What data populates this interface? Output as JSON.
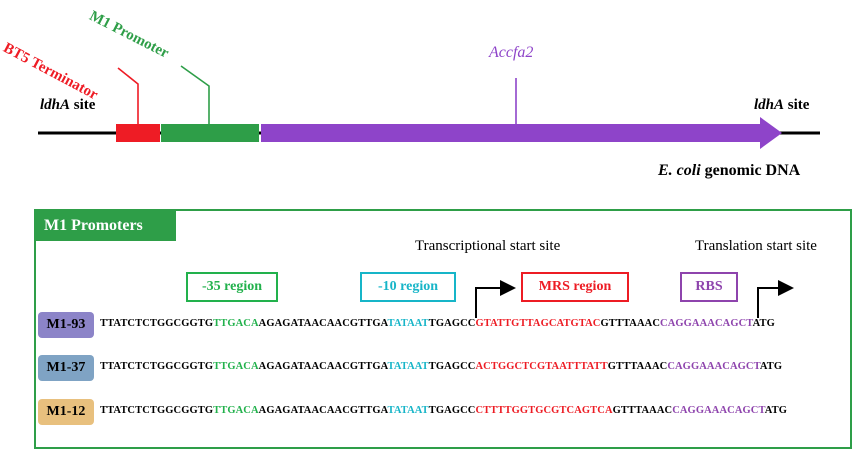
{
  "construct": {
    "terminator_label": "BT5 Terminator",
    "promoter_label": "M1 Promoter",
    "gene_label": "Accfa2",
    "left_site_italic": "ldhA",
    "left_site_text": " site",
    "right_site_italic": "ldhA",
    "right_site_text": " site",
    "genome_italic": "E. coli",
    "genome_text": " genomic DNA"
  },
  "panel": {
    "title": "M1 Promoters",
    "tss_label": "Transcriptional start site",
    "tls_label": "Translation start site",
    "region_labels": {
      "minus35": "-35 region",
      "minus10": "-10 region",
      "mrs": "MRS region",
      "rbs": "RBS"
    },
    "rows": [
      {
        "name": "M1-93",
        "segments": [
          {
            "text": "TTATCTCTGGCGGTG",
            "color": "#000000"
          },
          {
            "text": "TTGACA",
            "color": "#22b14c"
          },
          {
            "text": "AGAGATAACAACGTTGA",
            "color": "#000000"
          },
          {
            "text": "TATAAT",
            "color": "#17b5c8"
          },
          {
            "text": "TGAGCC",
            "color": "#000000"
          },
          {
            "text": "GTATTGTTAGCATGTAC",
            "color": "#ed1c24"
          },
          {
            "text": "GTTTAAAC",
            "color": "#000000"
          },
          {
            "text": "CAGGAAACAGCT",
            "color": "#8e44ad"
          },
          {
            "text": "ATG",
            "color": "#000000"
          }
        ]
      },
      {
        "name": "M1-37",
        "segments": [
          {
            "text": "TTATCTCTGGCGGTG",
            "color": "#000000"
          },
          {
            "text": "TTGACA",
            "color": "#22b14c"
          },
          {
            "text": "AGAGATAACAACGTTGA",
            "color": "#000000"
          },
          {
            "text": "TATAAT",
            "color": "#17b5c8"
          },
          {
            "text": "TGAGCC",
            "color": "#000000"
          },
          {
            "text": "ACTGGCTCGTAATTTATT",
            "color": "#ed1c24"
          },
          {
            "text": "GTTTAAAC",
            "color": "#000000"
          },
          {
            "text": "CAGGAAACAGCT",
            "color": "#8e44ad"
          },
          {
            "text": "ATG",
            "color": "#000000"
          }
        ]
      },
      {
        "name": "M1-12",
        "segments": [
          {
            "text": "TTATCTCTGGCGGTG",
            "color": "#000000"
          },
          {
            "text": "TTGACA",
            "color": "#22b14c"
          },
          {
            "text": "AGAGATAACAACGTTGA",
            "color": "#000000"
          },
          {
            "text": "TATAAT",
            "color": "#17b5c8"
          },
          {
            "text": "TGAGCC",
            "color": "#000000"
          },
          {
            "text": "CTTTTGGTGCGTCAGTCA",
            "color": "#ed1c24"
          },
          {
            "text": "GTTTAAAC",
            "color": "#000000"
          },
          {
            "text": "CAGGAAACAGCT",
            "color": "#8e44ad"
          },
          {
            "text": "ATG",
            "color": "#000000"
          }
        ]
      }
    ]
  },
  "colors": {
    "terminator": "#ee1c25",
    "promoter": "#2e9e48",
    "gene": "#8e44c9",
    "panel_border": "#2e9e48",
    "minus35": "#22b14c",
    "minus10": "#17b5c8",
    "mrs": "#ed1c24",
    "rbs": "#8e44ad",
    "tag_m193": "#8c84c8",
    "tag_m137": "#7fa3c4",
    "tag_m112": "#e8c07e"
  }
}
